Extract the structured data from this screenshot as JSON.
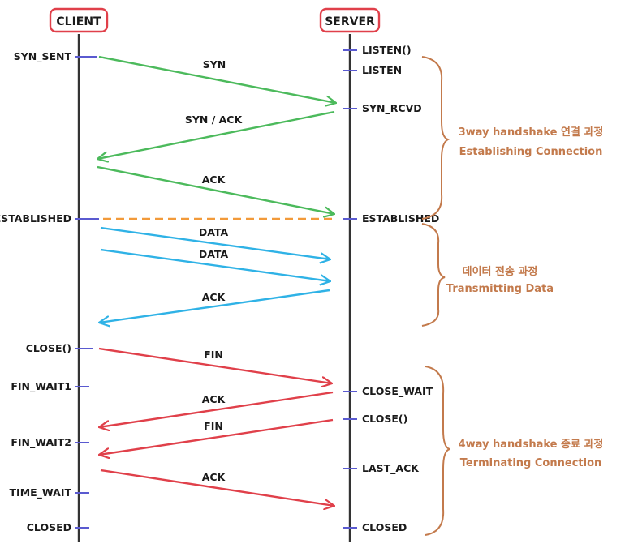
{
  "headers": {
    "client": "CLIENT",
    "server": "SERVER"
  },
  "client_states": {
    "syn_sent": "SYN_SENT",
    "established": "ESTABLISHED",
    "close_call": "CLOSE()",
    "fin_wait1": "FIN_WAIT1",
    "fin_wait2": "FIN_WAIT2",
    "time_wait": "TIME_WAIT",
    "closed": "CLOSED"
  },
  "server_states": {
    "listen_call": "LISTEN()",
    "listen": "LISTEN",
    "syn_rcvd": "SYN_RCVD",
    "established": "ESTABLISHED",
    "close_wait": "CLOSE_WAIT",
    "close_call": "CLOSE()",
    "last_ack": "LAST_ACK",
    "closed": "CLOSED"
  },
  "messages": {
    "syn": "SYN",
    "syn_ack": "SYN / ACK",
    "ack1": "ACK",
    "data1": "DATA",
    "data2": "DATA",
    "ack2": "ACK",
    "fin1": "FIN",
    "ack3": "ACK",
    "fin2": "FIN",
    "ack4": "ACK"
  },
  "phases": {
    "handshake": {
      "line1": "3way handshake 연결 과정",
      "line2": "Establishing Connection"
    },
    "transfer": {
      "line1": "데이터 전송 과정",
      "line2": "Transmitting Data"
    },
    "termination": {
      "line1": "4way handshake 종료 과정",
      "line2": "Terminating Connection"
    }
  },
  "colors": {
    "handshake_arrow": "#4cba5c",
    "data_arrow": "#2fb2e6",
    "termination_arrow": "#e0404a",
    "established_dash": "#f29a3a",
    "header_border": "#e0404a",
    "brace": "#c37a4c",
    "tick": "#5a5ad0"
  }
}
